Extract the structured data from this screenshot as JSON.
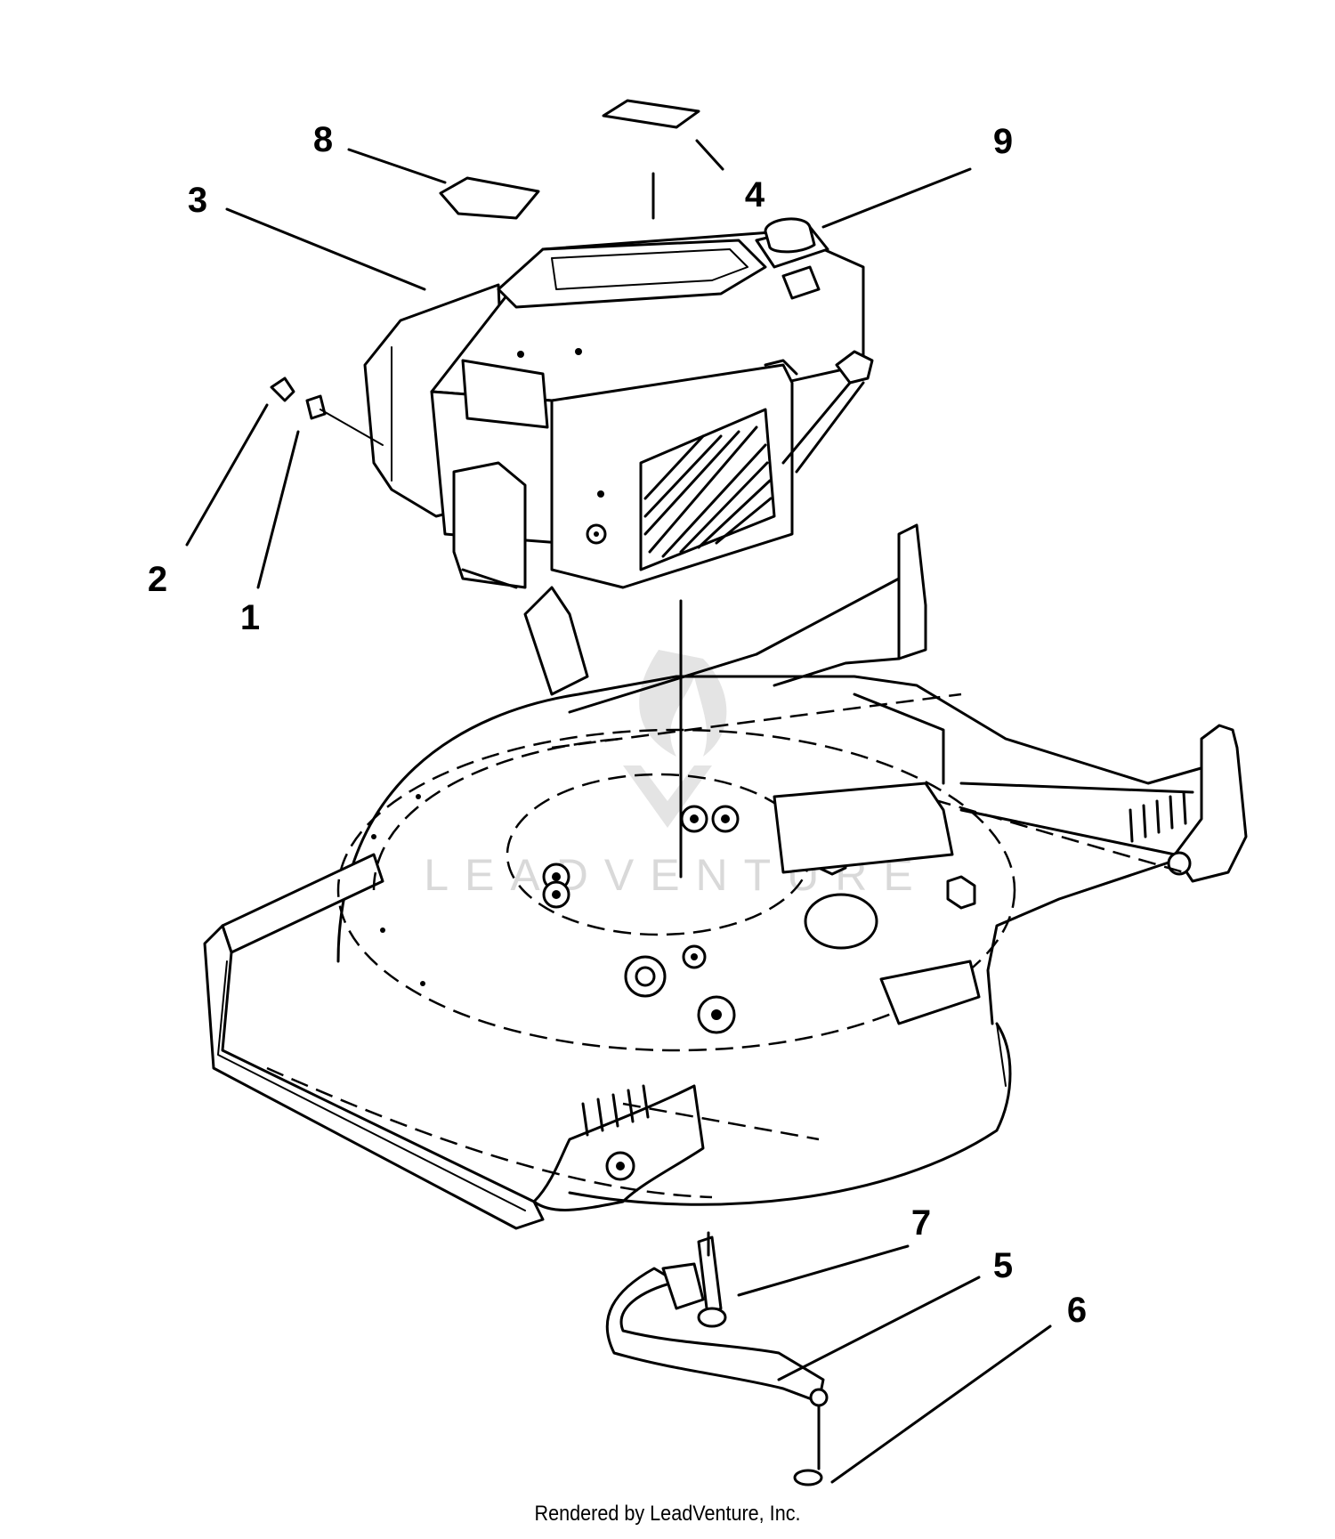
{
  "callouts": [
    {
      "label": "1"
    },
    {
      "label": "2"
    },
    {
      "label": "3"
    },
    {
      "label": "4"
    },
    {
      "label": "5"
    },
    {
      "label": "6"
    },
    {
      "label": "7"
    },
    {
      "label": "8"
    },
    {
      "label": "9"
    }
  ],
  "watermark": "LEADVENTURE",
  "credit": "Rendered by LeadVenture, Inc."
}
